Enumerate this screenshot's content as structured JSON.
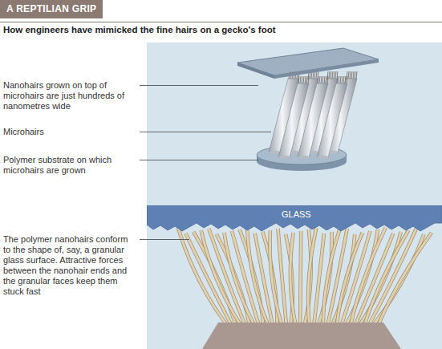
{
  "diagram": {
    "title": "A REPTILIAN GRIP",
    "nodes": [
      {
        "text": [
          "GLASS"
        ]
      }
    ],
    "labels": [
      "How engineers have mimicked the fine hairs on a gecko's foot",
      "Nanohairs grown on top of microhairs are just hundreds of nanometres wide",
      "Microhairs",
      "Polymer substrate on which microhairs are grown",
      "The polymer nanohairs conform to the shape of, say, a granular glass surface. Attractive forces between the nanohair ends and the granular faces keep them stuck fast"
    ]
  }
}
